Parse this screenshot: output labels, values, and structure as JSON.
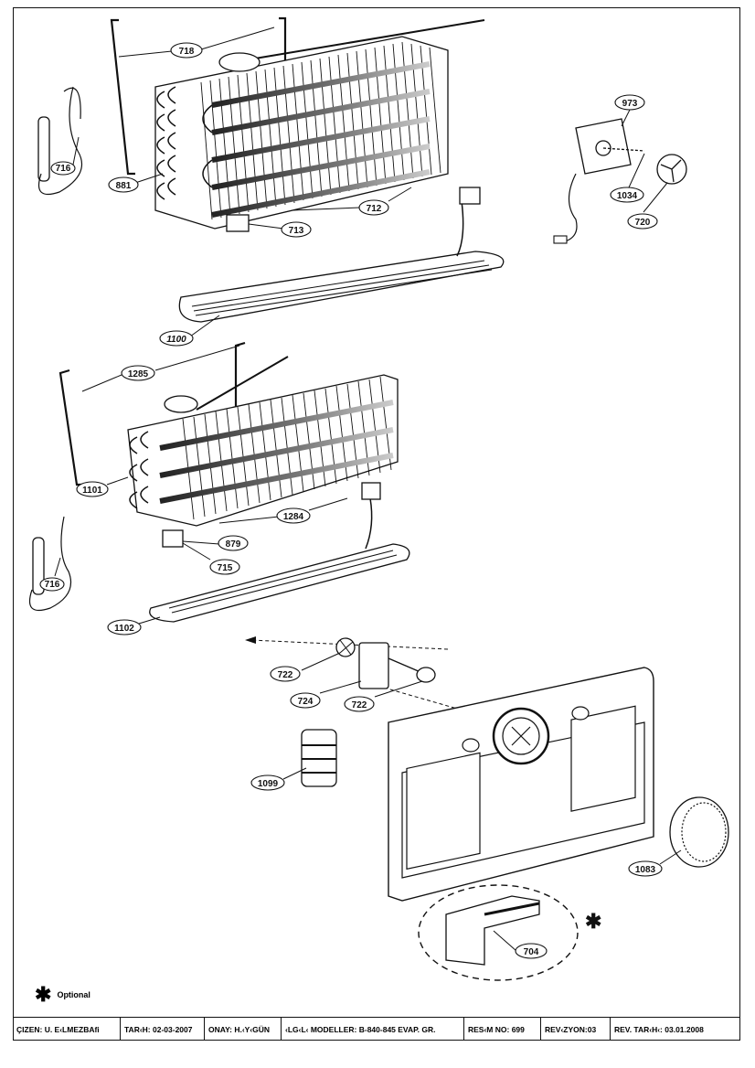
{
  "labels": {
    "l718": "718",
    "l716a": "716",
    "l881": "881",
    "l713": "713",
    "l712": "712",
    "l973": "973",
    "l1034": "1034",
    "l720": "720",
    "l1100": "1100",
    "l1285": "1285",
    "l1101": "1101",
    "l716b": "716",
    "l879": "879",
    "l715": "715",
    "l1284": "1284",
    "l1102": "1102",
    "l722a": "722",
    "l724": "724",
    "l722b": "722",
    "l1099": "1099",
    "l1083": "1083",
    "l704": "704"
  },
  "legend": {
    "symbol": "✱",
    "text": "Optional"
  },
  "titleblock": {
    "cizen": "ÇIZEN: U. E‹LMEZBAfi",
    "tarih": "TAR‹H: 02-03-2007",
    "onay": "ONAY: H.‹Y‹GÜN",
    "ilgili": "‹LG‹L‹ MODELLER: B-840-845 EVAP. GR.",
    "resimno": "RES‹M NO: 699",
    "revizyon": "REV‹ZYON:03",
    "revtarih": "REV. TAR‹H‹: 03.01.2008"
  },
  "colors": {
    "line": "#111111",
    "mid": "#888888",
    "light": "#cfcfcf",
    "bg": "#ffffff"
  }
}
